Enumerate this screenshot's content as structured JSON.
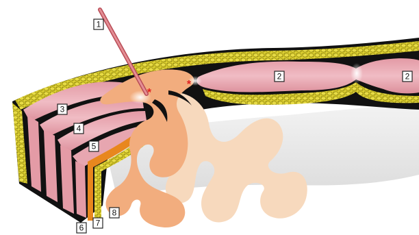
{
  "diagram": {
    "labels": [
      {
        "id": "l1",
        "text": "1"
      },
      {
        "id": "l2a",
        "text": "2"
      },
      {
        "id": "l2b",
        "text": "2"
      },
      {
        "id": "l3",
        "text": "3"
      },
      {
        "id": "l4",
        "text": "4"
      },
      {
        "id": "l5",
        "text": "5"
      },
      {
        "id": "l6",
        "text": "6"
      },
      {
        "id": "l7",
        "text": "7"
      },
      {
        "id": "l8",
        "text": "8"
      }
    ],
    "colors": {
      "outer_black": "#111111",
      "fat_yellow": "#d9cc2a",
      "fat_cell": "#9a8f10",
      "pink": "#e6a3ad",
      "pink_highlight": "#f6d6da",
      "orange_structure": "#f2ad7e",
      "pale_structure": "#f7d9bd",
      "orange_strip": "#e8871e",
      "background_gray": "#e9e9e9",
      "needle": "#d9737a",
      "marker_red": "#e02020"
    }
  }
}
